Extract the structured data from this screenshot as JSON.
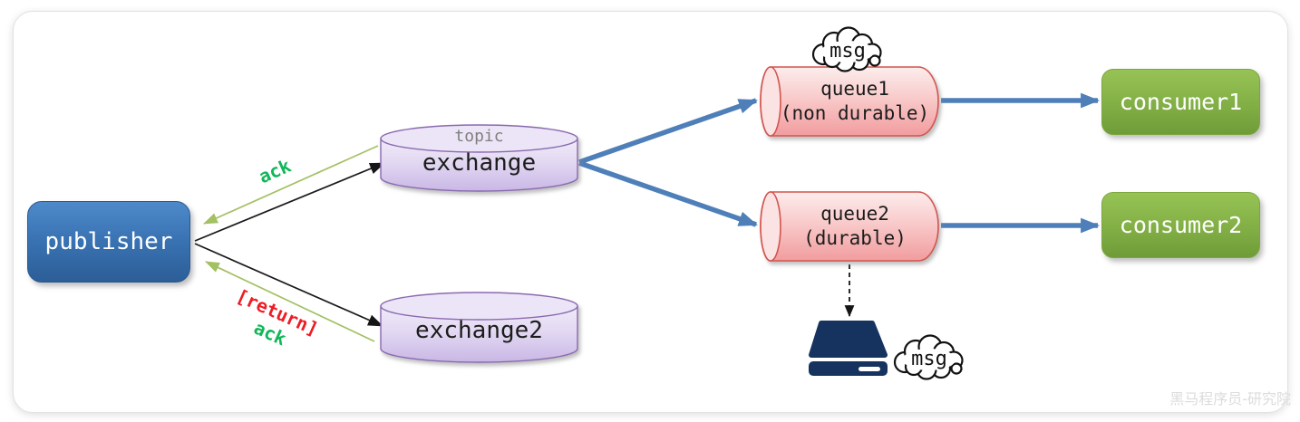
{
  "watermark": "黑马程序员-研究院",
  "nodes": {
    "publisher": {
      "label": "publisher"
    },
    "exchange": {
      "type_label": "topic",
      "label": "exchange"
    },
    "exchange2": {
      "label": "exchange2"
    },
    "queue1": {
      "label": "queue1",
      "sublabel": "(non durable)"
    },
    "queue2": {
      "label": "queue2",
      "sublabel": "(durable)"
    },
    "consumer1": {
      "label": "consumer1"
    },
    "consumer2": {
      "label": "consumer2"
    },
    "msg_cloud_queue1": {
      "label": "msg"
    },
    "msg_cloud_disk": {
      "label": "msg"
    }
  },
  "edges": {
    "publisher_to_exchange_ack": "ack",
    "publisher_to_exchange2_return": "[return]",
    "publisher_to_exchange2_ack": "ack"
  },
  "icons": {
    "disk": "hard-disk-icon",
    "cloud": "message-cloud-icon"
  },
  "colors": {
    "publisher_blue": "#3a74b4",
    "exchange_purple": "#c9b7e5",
    "queue_pink": "#f29c9e",
    "consumer_green": "#84b147",
    "arrow_blue": "#4e7fb9",
    "arrow_green": "#a3c063",
    "ack_text_green": "#10b758",
    "return_text_red": "#ee1c25",
    "disk_navy": "#16335f"
  }
}
